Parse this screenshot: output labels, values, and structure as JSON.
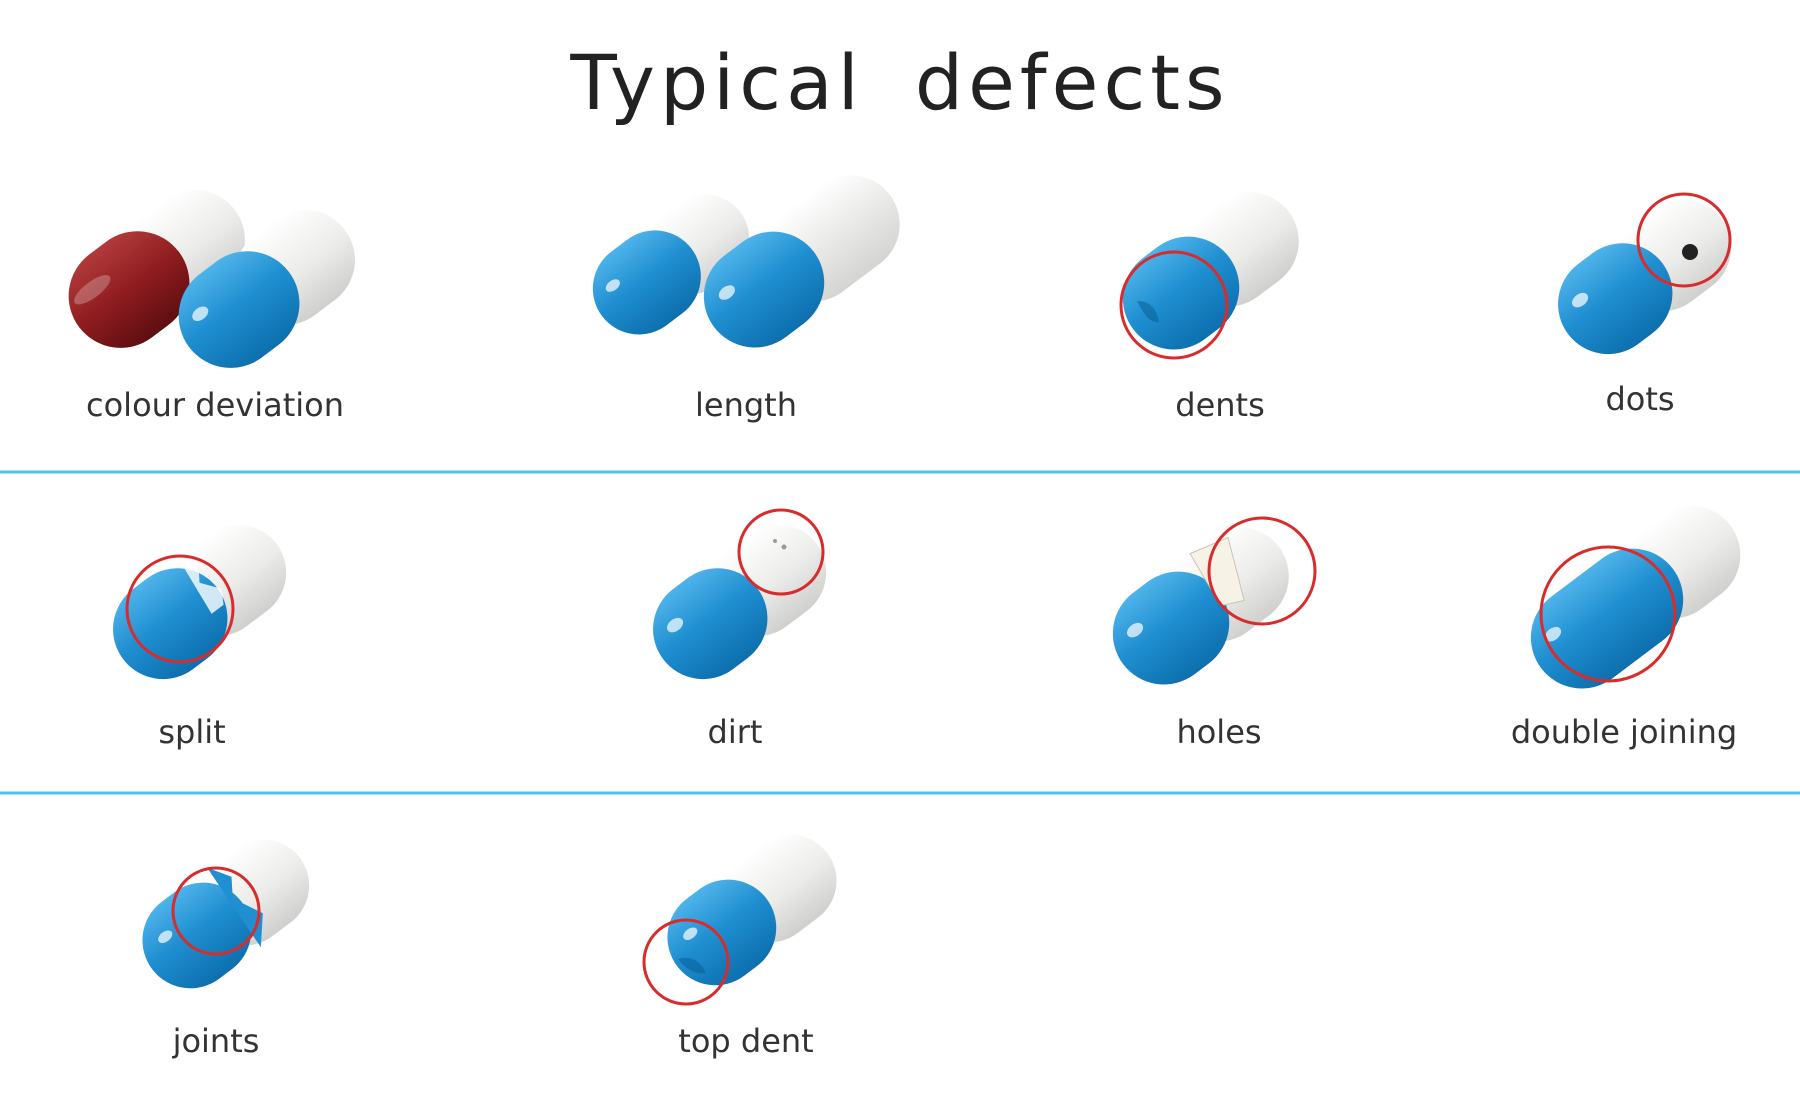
{
  "title": "Typical defects",
  "colors": {
    "capsule_blue": "#1f8fd1",
    "capsule_white": "#eeeeec",
    "capsule_red": "#8e1c1f",
    "highlight_circle": "#d82c2c",
    "divider": "#4cc3ea",
    "text": "#333333"
  },
  "defects": [
    {
      "label": "colour deviation",
      "row": 1
    },
    {
      "label": "length",
      "row": 1
    },
    {
      "label": "dents",
      "row": 1
    },
    {
      "label": "dots",
      "row": 1
    },
    {
      "label": "split",
      "row": 2
    },
    {
      "label": "dirt",
      "row": 2
    },
    {
      "label": "holes",
      "row": 2
    },
    {
      "label": "double joining",
      "row": 2
    },
    {
      "label": "joints",
      "row": 3
    },
    {
      "label": "top dent",
      "row": 3
    }
  ]
}
